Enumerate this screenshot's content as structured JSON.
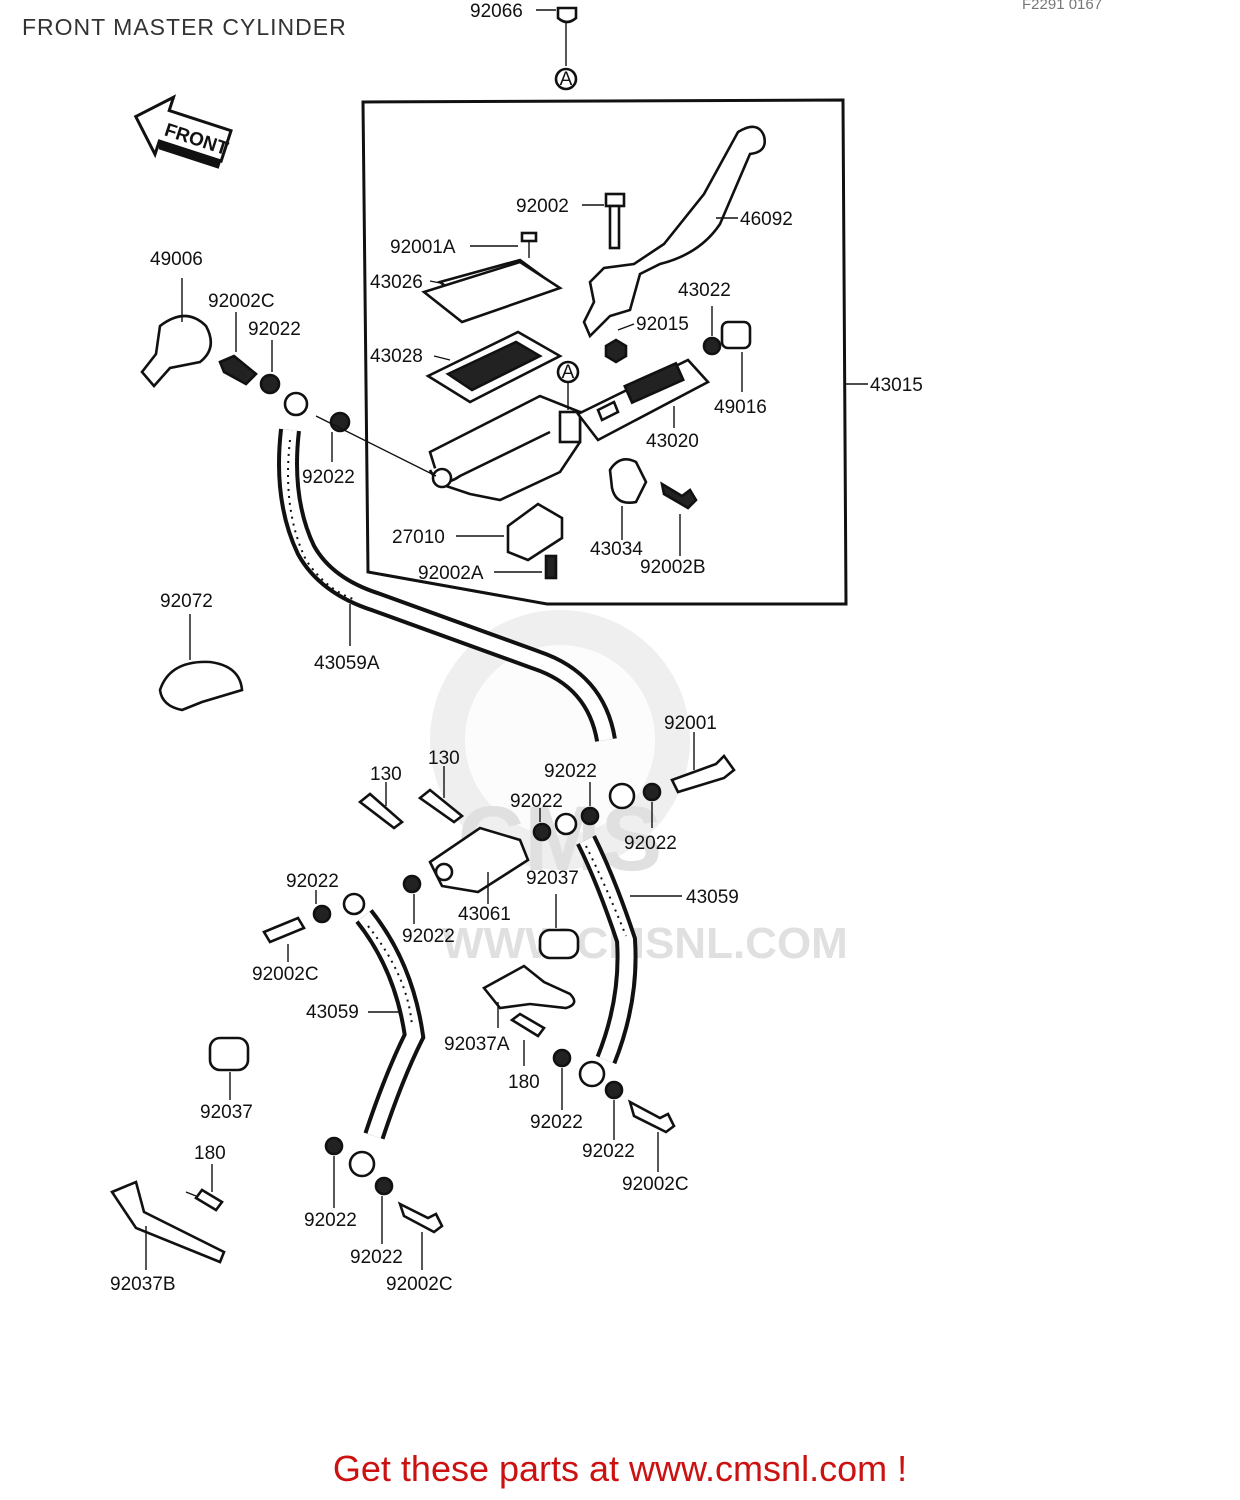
{
  "title": "FRONT MASTER CYLINDER",
  "diagram_code": "F2291 0167",
  "front_arrow_label": "FRONT",
  "callout_marker": "A",
  "watermark": {
    "brand": "CMS",
    "url": "WWW.CMSNL.COM"
  },
  "footer_text": "Get these parts at www.cmsnl.com !",
  "labels": {
    "p92066": "92066",
    "p92002": "92002",
    "p46092": "46092",
    "p92001A": "92001A",
    "p43026": "43026",
    "p43022": "43022",
    "p92015": "92015",
    "p43028": "43028",
    "p43015": "43015",
    "p49016": "49016",
    "p43020": "43020",
    "p49006": "49006",
    "p92002C_a": "92002C",
    "p92022_a": "92022",
    "p92022_b": "92022",
    "p27010": "27010",
    "p43034": "43034",
    "p92002A": "92002A",
    "p92002B": "92002B",
    "p92072": "92072",
    "p43059A": "43059A",
    "p92001": "92001",
    "p130_a": "130",
    "p130_b": "130",
    "p92022_c": "92022",
    "p92022_d": "92022",
    "p92022_e": "92022",
    "p92037_a": "92037",
    "p43059_a": "43059",
    "p92022_f": "92022",
    "p43061": "43061",
    "p92022_g": "92022",
    "p92002C_b": "92002C",
    "p43059_b": "43059",
    "p92037A": "92037A",
    "p180_a": "180",
    "p92037_b": "92037",
    "p92022_h": "92022",
    "p92022_i": "92022",
    "p92002C_c": "92002C",
    "p180_b": "180",
    "p92022_j": "92022",
    "p92022_k": "92022",
    "p92002C_d": "92002C",
    "p92037B": "92037B"
  }
}
